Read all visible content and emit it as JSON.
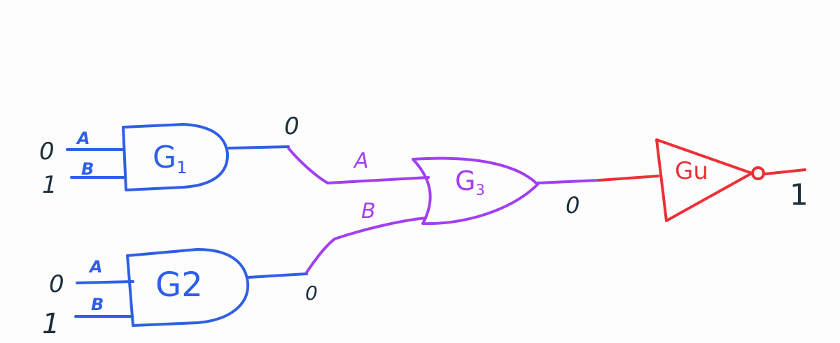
{
  "colors": {
    "blue": "#2f5fe6",
    "purple": "#a23ff2",
    "red": "#ec2f37",
    "ink": "#1c2f3a",
    "background": "#fdfdfe"
  },
  "gates": {
    "g1": {
      "name": "G",
      "sub": "1",
      "type": "AND",
      "pin_a": "A",
      "pin_b": "B",
      "in_a": "0",
      "in_b": "1",
      "out": "0"
    },
    "g2": {
      "name": "G2",
      "type": "AND",
      "pin_a": "A",
      "pin_b": "B",
      "in_a": "0",
      "in_b": "1",
      "out": "0"
    },
    "g3": {
      "name": "G",
      "sub": "3",
      "type": "OR",
      "pin_a": "A",
      "pin_b": "B",
      "out": "0"
    },
    "g4": {
      "name": "Gu",
      "type": "NOT",
      "out": "1"
    }
  }
}
